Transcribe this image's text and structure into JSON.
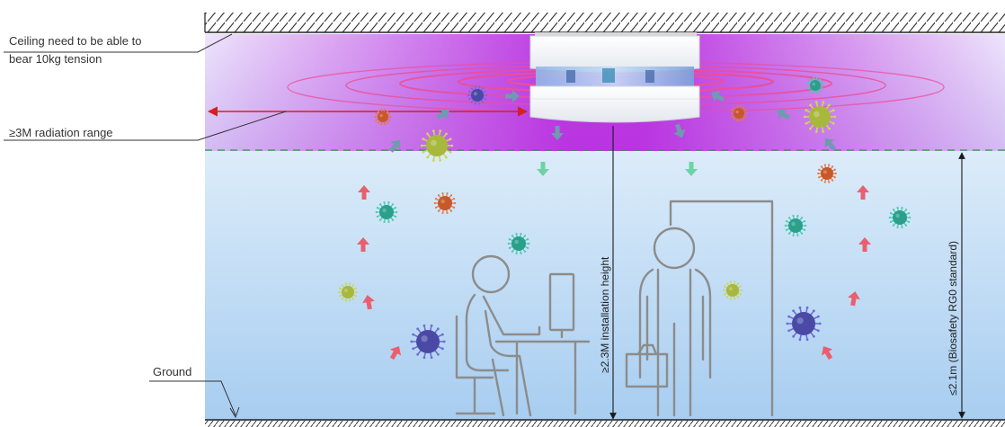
{
  "labels": {
    "ceiling_note_line1": "Ceiling need to be able to",
    "ceiling_note_line2": "bear 10kg tension",
    "radiation_range": "≥3M radiation range",
    "ground": "Ground",
    "installation_height": "≥2.3M installation height",
    "biosafety": "≤2.1m (Biosafety RG0 standard)"
  },
  "colors": {
    "uv_glow": "#b92ee0",
    "room_gradient_top": "#f3f9fe",
    "room_gradient_bottom": "#a7cdf0",
    "range_arrow": "#d42020",
    "boundary_dash": "#2e9a3e",
    "ring": "#ea4f9a",
    "arrow_up": "#e8606f",
    "arrow_down": "#6ed3a4",
    "arrow_in": "#6f9bb0",
    "figure": "#8c8c8c"
  },
  "icons": {
    "device": "uv-sterilizer-icon",
    "virus": "virus-icon",
    "person_seated": "person-at-desk-icon",
    "person_standing": "person-standing-icon"
  }
}
